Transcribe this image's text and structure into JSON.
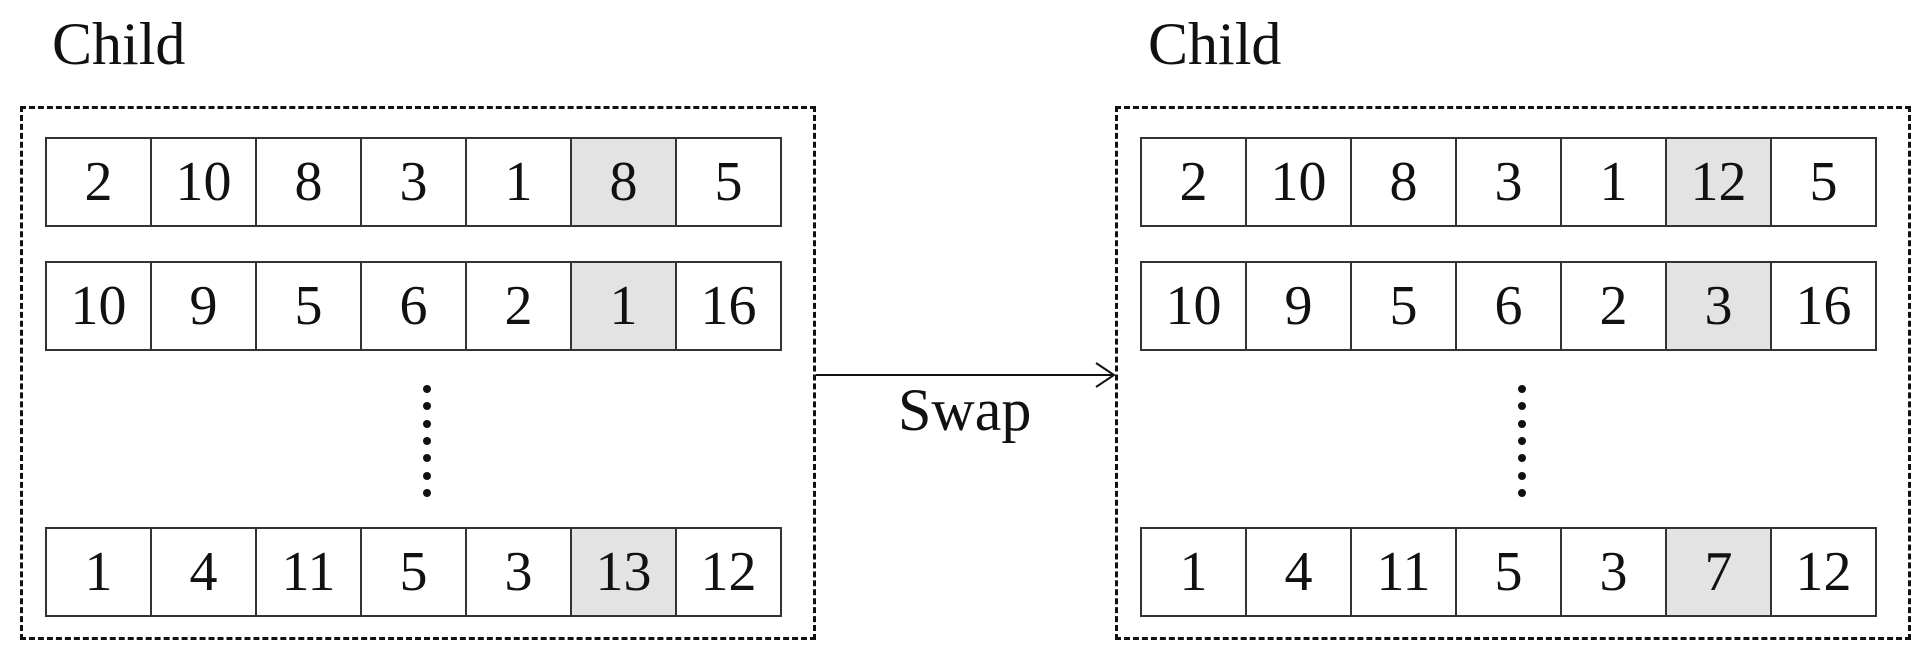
{
  "left": {
    "title": "Child",
    "rows": [
      [
        "2",
        "10",
        "8",
        "3",
        "1",
        "8",
        "5"
      ],
      [
        "10",
        "9",
        "5",
        "6",
        "2",
        "1",
        "16"
      ],
      [
        "1",
        "4",
        "11",
        "5",
        "3",
        "13",
        "12"
      ]
    ]
  },
  "right": {
    "title": "Child",
    "rows": [
      [
        "2",
        "10",
        "8",
        "3",
        "1",
        "12",
        "5"
      ],
      [
        "10",
        "9",
        "5",
        "6",
        "2",
        "3",
        "16"
      ],
      [
        "1",
        "4",
        "11",
        "5",
        "3",
        "7",
        "12"
      ]
    ]
  },
  "arrow": {
    "label": "Swap"
  },
  "highlight_column": 6,
  "colors": {
    "highlight": "#e3e3e3",
    "line": "#111111"
  }
}
